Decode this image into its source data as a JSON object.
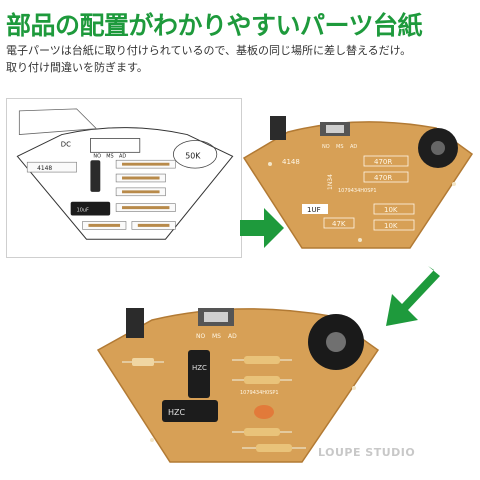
{
  "heading": "部品の配置がわかりやすいパーツ台紙",
  "description": {
    "line1": "電子パーツは台紙に取り付けられているので、基板の同じ場所に差し替えるだけ。",
    "line2": "取り付け間違いを防ぎます。"
  },
  "template_labels": {
    "dc": "DC",
    "no": "NO",
    "ms": "MS",
    "ad": "AD",
    "pot": "50K",
    "diode": "4148",
    "cap": "10uF"
  },
  "board_labels": {
    "diode": "4148",
    "no": "NO",
    "ms": "MS",
    "ad": "AD",
    "r1": "470R",
    "r2": "470R",
    "ic": "1N34",
    "cap": "1UF",
    "r3": "47K",
    "r4": "10K",
    "r5": "10K",
    "pcb_code": "1079434H0SP1"
  },
  "assembled_labels": {
    "no": "NO",
    "ms": "MS",
    "ad": "AD",
    "cap_brand": "HZC",
    "pcb_code": "1079434H0SP1"
  },
  "watermark": "LOUPE STUDIO",
  "colors": {
    "accent_green": "#1e9a3c",
    "board": "#d7a056",
    "board_edge": "#b27a34",
    "pad": "#f3e6c8"
  }
}
